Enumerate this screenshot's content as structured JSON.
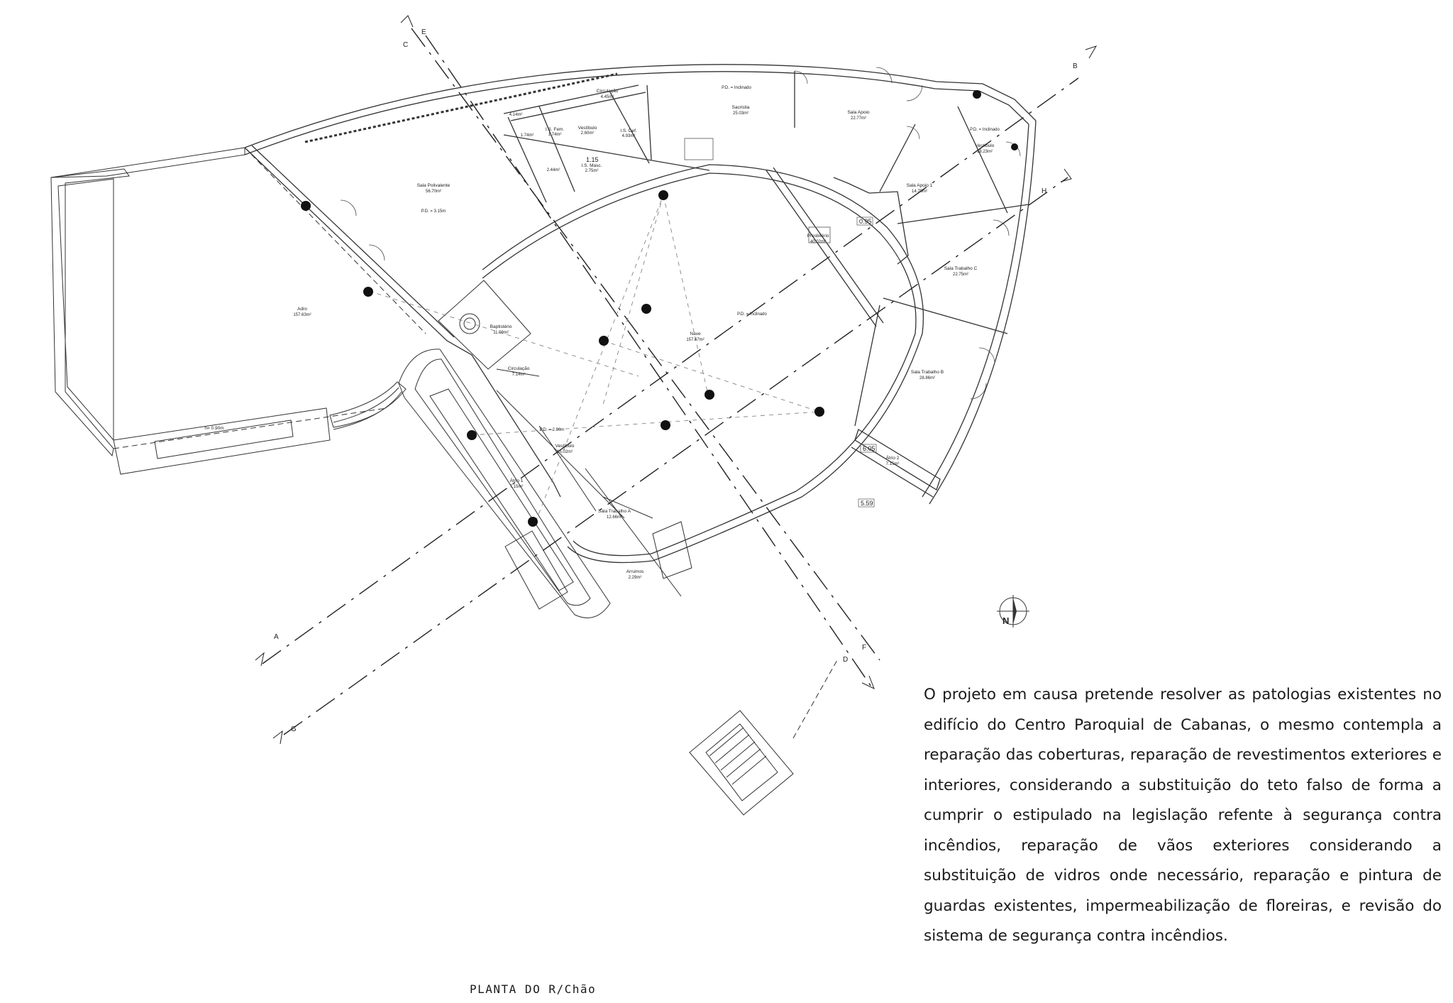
{
  "plan_title": "PLANTA DO R/Chão",
  "description": "O projeto em causa pretende resolver as patologias existentes no edifício do Centro Paroquial de Cabanas, o mesmo contempla a reparação das coberturas, reparação de revestimentos exteriores e interiores, considerando a substituição do teto falso de forma a cumprir o estipulado na legislação refente à segurança contra incêndios, reparação de vãos exteriores considerando a substituição de vidros onde necessário, reparação e pintura de guardas existentes, impermeabilização de floreiras, e revisão do sistema de segurança contra incêndios.",
  "compass": {
    "label": "N"
  },
  "section_marks": [
    "A",
    "B",
    "C",
    "D",
    "E",
    "F",
    "G",
    "H"
  ],
  "rooms": [
    {
      "name": "Adro",
      "area": "157.63m²"
    },
    {
      "name": "Sala Polivalente",
      "area": "56.70m²",
      "note": "P.D. = 3.15m"
    },
    {
      "name": "Circulação",
      "area": "4.45m²"
    },
    {
      "name": "I.S. Fem.",
      "area": "1.74m²"
    },
    {
      "name": "Vestíbulo",
      "area": "2.60m²"
    },
    {
      "name": "I.S. Def.",
      "area": "4.93m²"
    },
    {
      "name": "I.S. Masc.",
      "area": "2.75m²"
    },
    {
      "name": "Sacristia",
      "area": "25.03m²",
      "note": "P.D. = Inclinado"
    },
    {
      "name": "Sala Apoio",
      "area": "22.77m²"
    },
    {
      "name": "Vestíbulo",
      "area": "18.23m²",
      "note": "P.D. = Inclinado"
    },
    {
      "name": "Sala Apoio 1",
      "area": "14.70m²"
    },
    {
      "name": "Presbitério",
      "area": "40.02m²"
    },
    {
      "name": "Sala Trabalho C",
      "area": "22.75m²"
    },
    {
      "name": "Nave",
      "area": "157.67m²",
      "note": "P.D. = Inclinado"
    },
    {
      "name": "Baptistério",
      "area": "11.09m²"
    },
    {
      "name": "Circulação",
      "area": "7.14m²"
    },
    {
      "name": "Vestíbulo",
      "area": "15.02m²",
      "note": "P.D. = 2.90m"
    },
    {
      "name": "Sala Trabalho B",
      "area": "28.86m²"
    },
    {
      "name": "Átrio 1",
      "area": "7.15m²"
    },
    {
      "name": "Sala Trabalho A",
      "area": "12.66m²"
    },
    {
      "name": "Arrumos",
      "area": "2.29m²"
    },
    {
      "name": "Átrio 2",
      "area": "7.15m²"
    }
  ],
  "small_texts": {
    "area_414": "4,14m²",
    "area_174": "1.74m²",
    "area_244": "2.44m²",
    "level_115": "1.15",
    "level_095": "0.95",
    "level_605": "6.05",
    "level_559": "5.59",
    "ramp": "h= 0.90m"
  }
}
